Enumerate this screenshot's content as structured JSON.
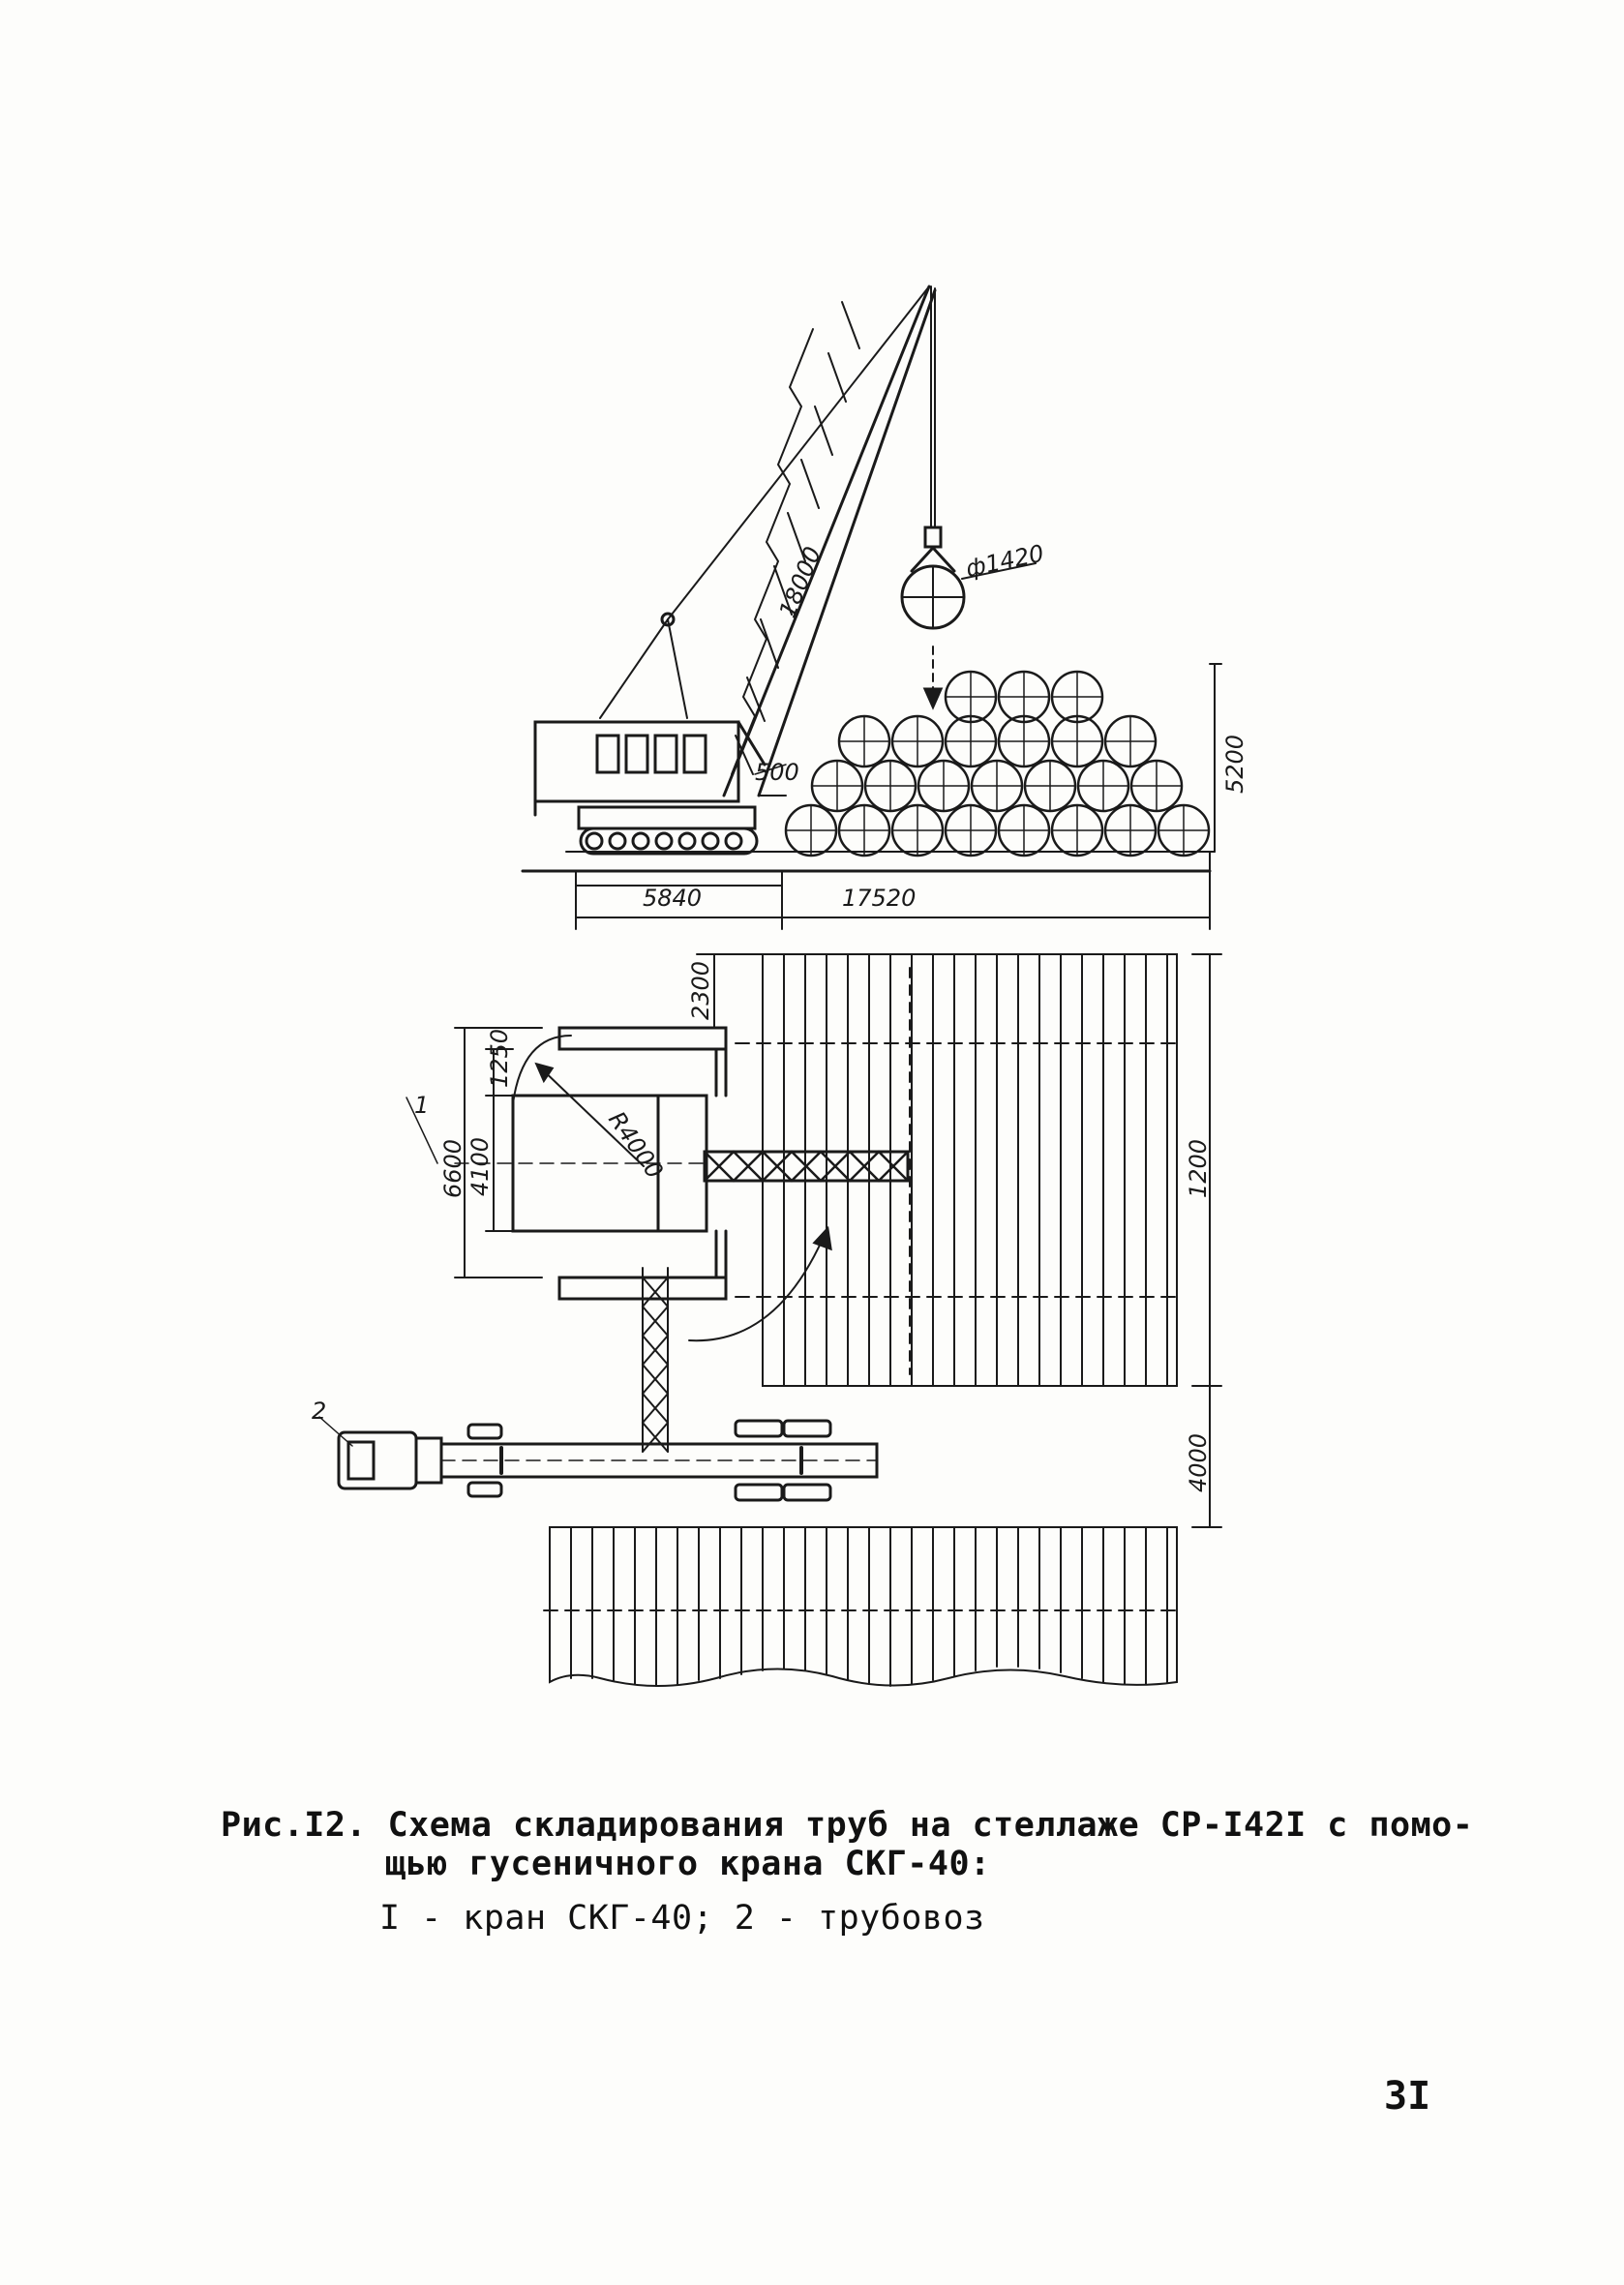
{
  "figure": {
    "dimensions": {
      "pipe_diameter": "ф1420",
      "boom_length": "18000",
      "clearance": "500",
      "stack_height": "5200",
      "crane_offset": "5840",
      "total_width": "17520",
      "top_gap": "2300",
      "crane_front": "1250",
      "swing_radius": "R4000",
      "crane_length": "6600",
      "crane_body": "4100",
      "rack_length": "1200",
      "road_gap": "4000"
    },
    "callouts": {
      "crane": "1",
      "truck": "2"
    }
  },
  "caption": {
    "line1": "Рис.I2. Схема складирования труб на стеллаже СР-I42I с помо-",
    "line2": "щью гусеничного крана СКГ-40:",
    "legend": "I - кран СКГ-40; 2 - трубовоз"
  },
  "page_number": "3I"
}
